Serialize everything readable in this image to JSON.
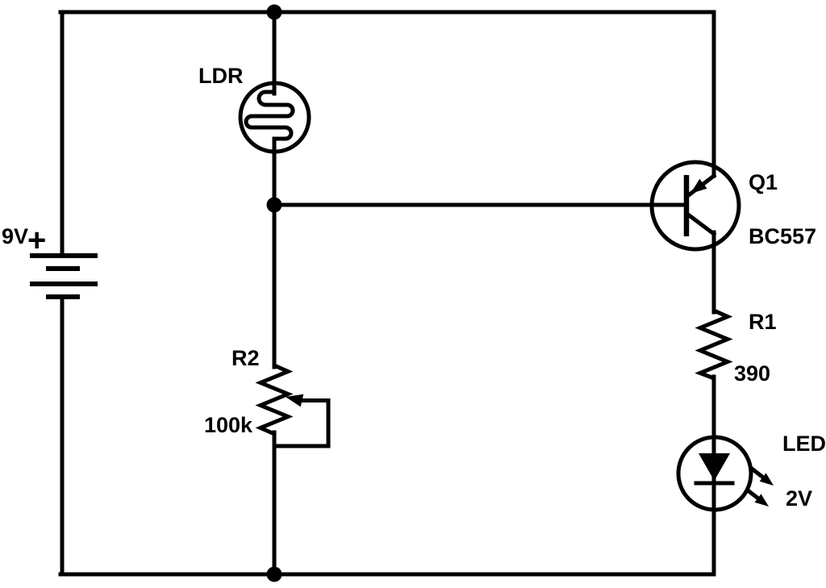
{
  "diagram": {
    "type": "circuit-schematic",
    "background_color": "#ffffff",
    "wire_color": "#000000",
    "components": {
      "battery": {
        "kind": "battery",
        "value": "9V",
        "polarity": "+"
      },
      "ldr": {
        "kind": "photoresistor",
        "label": "LDR"
      },
      "r2": {
        "kind": "potentiometer",
        "designator": "R2",
        "value": "100k"
      },
      "q1": {
        "kind": "pnp-transistor",
        "designator": "Q1",
        "part_number": "BC557"
      },
      "r1": {
        "kind": "resistor",
        "designator": "R1",
        "value": "390"
      },
      "led": {
        "kind": "led",
        "label": "LED",
        "value": "2V"
      }
    }
  }
}
